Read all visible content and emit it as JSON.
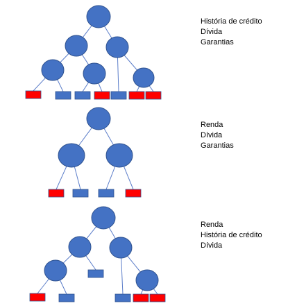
{
  "trees": [
    {
      "labels": [
        "História de crédito",
        "Dívida",
        "Garantias"
      ]
    },
    {
      "labels": [
        "Renda",
        "Dívida",
        "Garantias"
      ]
    },
    {
      "labels": [
        "Renda",
        "História de crédito",
        "Dívida"
      ]
    }
  ],
  "colors": {
    "node_fill": "#4472C4",
    "node_stroke": "#2F528F",
    "leaf_blue": "#4472C4",
    "leaf_red": "#FF0000",
    "edge": "#5B7DC9"
  }
}
